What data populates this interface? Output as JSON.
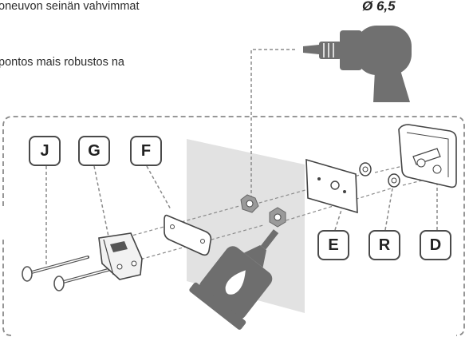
{
  "text_lines": {
    "line1": "oneuvon seinän vahvimmat",
    "line2": "pontos mais robustos na"
  },
  "drill_size": "Ø 6,5",
  "part_labels": {
    "J": "J",
    "G": "G",
    "F": "F",
    "E": "E",
    "R": "R",
    "D": "D"
  },
  "colors": {
    "drill": "#707070",
    "wall_panel": "#e2e2e2",
    "glue_tube": "#6e6e6e",
    "dashed_line": "#8a8a8a"
  },
  "icons": [
    "drill-icon",
    "glue-tube-icon",
    "plate-icon",
    "dowel-icon",
    "nut-icon",
    "bracket-icon",
    "bolt-icon"
  ]
}
